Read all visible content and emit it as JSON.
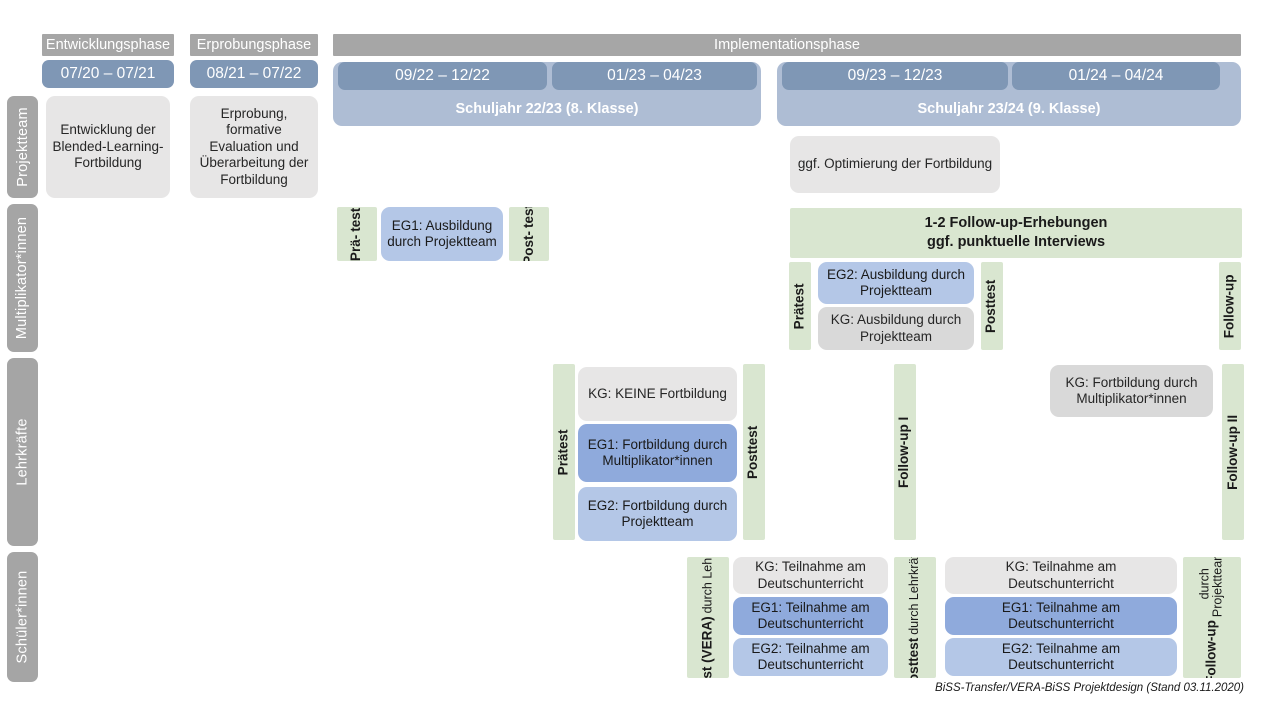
{
  "diagram": {
    "title": "BiSS-Transfer/VERA-BiSS Projektdesign",
    "footer": "BiSS-Transfer/VERA-BiSS Projektdesign (Stand 03.11.2020)"
  },
  "colors": {
    "row_label_gray": "#a5a5a5",
    "phase_gray": "#a6a6a6",
    "period_blue": "#7f97b5",
    "schoolyear_blue": "#aebdd4",
    "kg_gray": "#d9d9d9",
    "neutral_gray": "#e7e6e6",
    "eg1_blue": "#8faadc",
    "eg2_blue": "#b4c7e7",
    "measure_green": "#d9e6d0"
  },
  "row_labels": [
    {
      "id": "projektteam",
      "label": "Projektteam"
    },
    {
      "id": "multiplikatorinnen",
      "label": "Multiplikator*innen"
    },
    {
      "id": "lehrkraefte",
      "label": "Lehrkräfte"
    },
    {
      "id": "schuelerinnen",
      "label": "Schüler*innen"
    }
  ],
  "phases": [
    {
      "id": "entwicklungsphase",
      "label": "Entwicklungsphase"
    },
    {
      "id": "erprobungsphase",
      "label": "Erprobungsphase"
    },
    {
      "id": "implementationsphase",
      "label": "Implementationsphase"
    }
  ],
  "periods": [
    {
      "id": "p1",
      "label": "07/20 – 07/21"
    },
    {
      "id": "p2",
      "label": "08/21 – 07/22"
    },
    {
      "id": "p3",
      "label": "09/22 – 12/22"
    },
    {
      "id": "p4",
      "label": "01/23 – 04/23"
    },
    {
      "id": "p5",
      "label": "09/23 – 12/23"
    },
    {
      "id": "p6",
      "label": "01/24 – 04/24"
    }
  ],
  "school_years": [
    {
      "id": "sy2223",
      "label": "Schuljahr 22/23 (8. Klasse)"
    },
    {
      "id": "sy2324",
      "label": "Schuljahr 23/24 (9. Klasse)"
    }
  ],
  "projektteam": {
    "boxes": [
      {
        "id": "entwicklung-blended-learning",
        "label": "Entwicklung der Blended-Learning-Fortbildung"
      },
      {
        "id": "erprobung-evaluation",
        "label": "Erprobung, formative Evaluation und Überarbeitung der Fortbildung"
      },
      {
        "id": "optimierung-fortbildung",
        "label": "ggf. Optimierung der Fortbildung"
      }
    ]
  },
  "multiplikatorinnen": {
    "praetest_1": {
      "line1": "Prä-",
      "line2": "test"
    },
    "posttest_1": {
      "line1": "Post-",
      "line2": "test"
    },
    "eg1_ausbildung": "EG1: Ausbildung durch Projektteam",
    "followup_banner_line1": "1-2 Follow-up-Erhebungen",
    "followup_banner_line2": "ggf. punktuelle Interviews",
    "praetest_2": "Prätest",
    "posttest_2": "Posttest",
    "followup": "Follow-up",
    "eg2_ausbildung": "EG2: Ausbildung durch Projektteam",
    "kg_ausbildung": "KG: Ausbildung durch Projektteam"
  },
  "lehrkraefte": {
    "praetest": "Prätest",
    "posttest": "Posttest",
    "followup_1": "Follow-up I",
    "followup_2": "Follow-up II",
    "kg_keine": "KG:  KEINE Fortbildung",
    "eg1_fortbildung": "EG1: Fortbildung durch Multiplikator*innen",
    "eg2_fortbildung": "EG2: Fortbildung durch Projektteam",
    "kg_fortbildung": "KG: Fortbildung durch Multiplikator*innen"
  },
  "schuelerinnen": {
    "praetest": {
      "strong": "Prätest (VERA)",
      "normal": "durch Lehrkräfte"
    },
    "posttest": {
      "strong": "Posttest",
      "normal": "durch Lehrkräfte"
    },
    "followup": {
      "strong": "Follow-up",
      "normal_line1": "durch",
      "normal_line2": "Projektteam"
    },
    "left_boxes": [
      {
        "id": "kg-teilnahme-left",
        "label": "KG: Teilnahme am Deutschunterricht",
        "variant": "kg"
      },
      {
        "id": "eg1-teilnahme-left",
        "label": "EG1: Teilnahme am Deutschunterricht",
        "variant": "eg1"
      },
      {
        "id": "eg2-teilnahme-left",
        "label": "EG2: Teilnahme am Deutschunterricht",
        "variant": "eg2"
      }
    ],
    "right_boxes": [
      {
        "id": "kg-teilnahme-right",
        "label": "KG: Teilnahme am Deutschunterricht",
        "variant": "kg"
      },
      {
        "id": "eg1-teilnahme-right",
        "label": "EG1: Teilnahme am Deutschunterricht",
        "variant": "eg1"
      },
      {
        "id": "eg2-teilnahme-right",
        "label": "EG2: Teilnahme am Deutschunterricht",
        "variant": "eg2"
      }
    ]
  }
}
